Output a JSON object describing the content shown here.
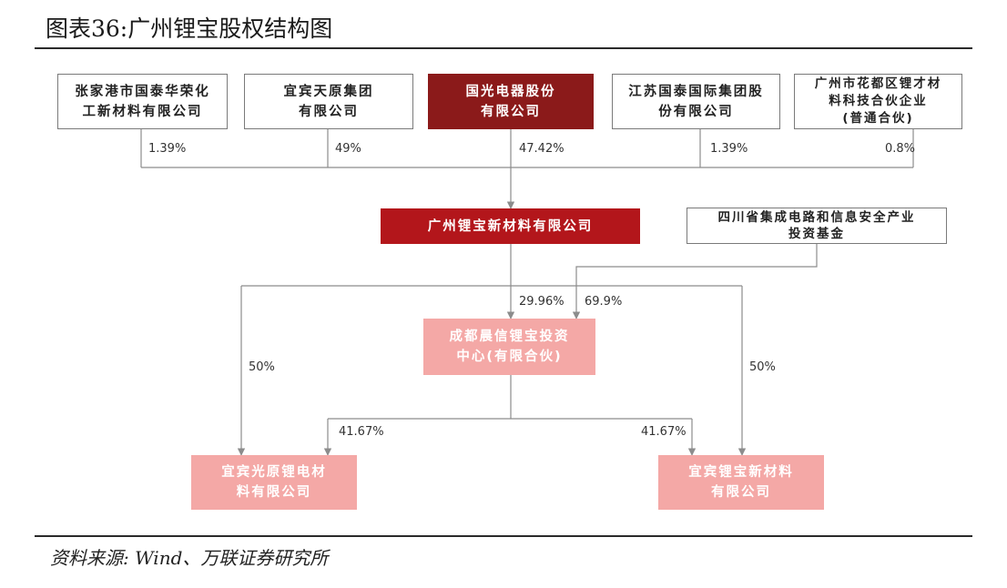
{
  "title": "图表36:广州锂宝股权结构图",
  "source": "资料来源: Wind、万联证券研究所",
  "shareholders": [
    {
      "name": "张家港市国泰华荣化\n工新材料有限公司",
      "pct": "1.39%"
    },
    {
      "name": "宜宾天原集团\n有限公司",
      "pct": "49%"
    },
    {
      "name": "国光电器股份\n有限公司",
      "pct": "47.42%"
    },
    {
      "name": "江苏国泰国际集团股\n份有限公司",
      "pct": "1.39%"
    },
    {
      "name": "广州市花都区锂才材\n料科技合伙企业\n(普通合伙)",
      "pct": "0.8%"
    }
  ],
  "company": {
    "name": "广州锂宝新材料有限公司"
  },
  "fund": {
    "name": "四川省集成电路和信息安全产业\n投资基金"
  },
  "center": {
    "name": "成都晨信锂宝投资\n中心(有限合伙)",
    "pct_from_company": "29.96%",
    "pct_from_fund": "69.9%"
  },
  "subsidiaries": [
    {
      "name": "宜宾光原锂电材\n料有限公司",
      "pct_direct": "50%",
      "pct_from_center": "41.67%"
    },
    {
      "name": "宜宾锂宝新材料\n有限公司",
      "pct_direct": "50%",
      "pct_from_center": "41.67%"
    }
  ],
  "colors": {
    "dark_red": "#8b1a1a",
    "red": "#b3161b",
    "pink": "#f4a8a6",
    "line": "#8c8c8c"
  }
}
